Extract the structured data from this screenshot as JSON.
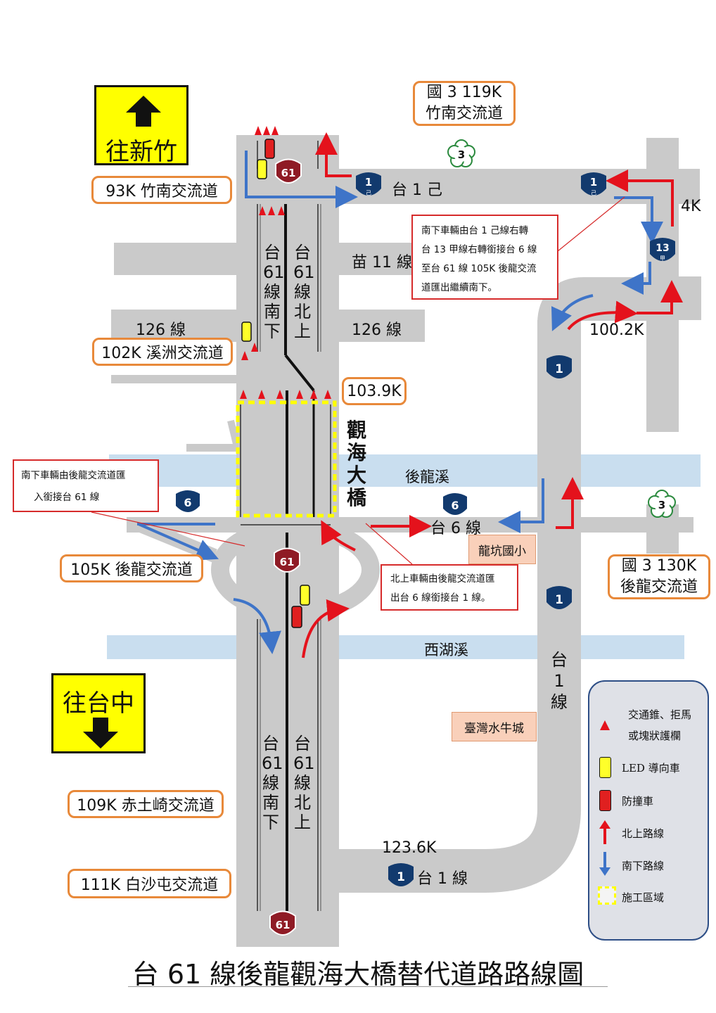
{
  "direction_north": "往新竹",
  "direction_south": "往台中",
  "interchanges": {
    "k93": "93K 竹南交流道",
    "k102": "102K 溪洲交流道",
    "k103_9": "103.9K",
    "k105": "105K 後龍交流道",
    "k109": "109K 赤土崎交流道",
    "k111": "111K 白沙屯交流道",
    "national3_119": [
      "國 3 119K",
      "竹南交流道"
    ],
    "national3_130": [
      "國 3 130K",
      "後龍交流道"
    ]
  },
  "roads": {
    "tai1ji": "台 1 己",
    "miao11": "苗 11 線",
    "r126_left": "126 線",
    "r126_right": "126 線",
    "tai6": "台 6 線",
    "tai1_bottom": "台 1 線",
    "tai1_vertical": "台1線",
    "tai61_sb_top": "台61線南下",
    "tai61_nb_top": "台61線北上",
    "tai61_sb_bottom": "台61線南下",
    "tai61_nb_bottom": "台61線北上",
    "k4": "4K",
    "k100_2": "100.2K",
    "k123_6": "123.6K"
  },
  "bridge": "觀海大橋",
  "rivers": {
    "houlong": "後龍溪",
    "xihu": "西湖溪"
  },
  "places": {
    "school": "龍坑國小",
    "buffalo": "臺灣水牛城"
  },
  "shields": {
    "s61": "61",
    "s1": "1",
    "s1ji_num": "1",
    "s1ji_char": "己",
    "s13_num": "13",
    "s13_char": "甲",
    "s3": "3",
    "s6": "6"
  },
  "notes": {
    "sb_detour": [
      "南下車輛由台 1 己線右轉",
      "台 13 甲線右轉銜接台 6 線",
      "至台 61 線 105K 後龍交流",
      "道匯出繼續南下。"
    ],
    "sb_enter": [
      "南下車輛由後龍交流道匯",
      "入銜接台 61 線"
    ],
    "nb_exit": [
      "北上車輛由後龍交流道匯",
      "出台 6 線銜接台 1 線。"
    ]
  },
  "legend": {
    "cones": [
      "交通錐、拒馬",
      "或塊狀護欄"
    ],
    "led": "LED 導向車",
    "crash": "防撞車",
    "north": "北上路線",
    "south": "南下路線",
    "work": "施工區域"
  },
  "colors": {
    "road": "#cacaca",
    "river": "#c9deef",
    "north_route": "#e4121c",
    "south_route": "#3e74c8",
    "led_vehicle": "#ffff2a",
    "crash_vehicle": "#e02020",
    "work_zone": "#ffff00",
    "shield_blue": "#123a6e",
    "shield_red": "#8f1b25"
  },
  "title": "台 61 線後龍觀海大橋替代道路路線圖"
}
